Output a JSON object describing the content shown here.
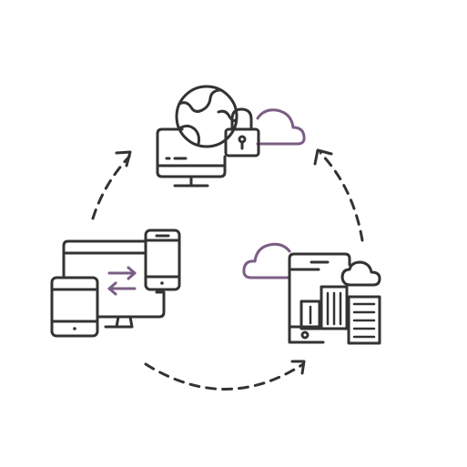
{
  "colors": {
    "line": "#333333",
    "accent": "#7b5e85",
    "background": "#ffffff"
  },
  "nodes": [
    {
      "id": "secure-cloud",
      "icons": [
        "monitor-icon",
        "globe-icon",
        "padlock-icon",
        "cloud-icon"
      ]
    },
    {
      "id": "cloud-city-tablet",
      "icons": [
        "tablet-icon",
        "cloud-icon",
        "buildings-icon"
      ]
    },
    {
      "id": "device-sync",
      "icons": [
        "monitor-icon",
        "tablet-icon",
        "smartphone-icon",
        "sync-arrows-icon"
      ]
    }
  ],
  "connectors": [
    {
      "from": "device-sync",
      "to": "secure-cloud",
      "style": "dashed"
    },
    {
      "from": "secure-cloud",
      "to": "cloud-city-tablet",
      "style": "dashed"
    },
    {
      "from": "device-sync",
      "to": "cloud-city-tablet",
      "style": "dashed"
    }
  ]
}
